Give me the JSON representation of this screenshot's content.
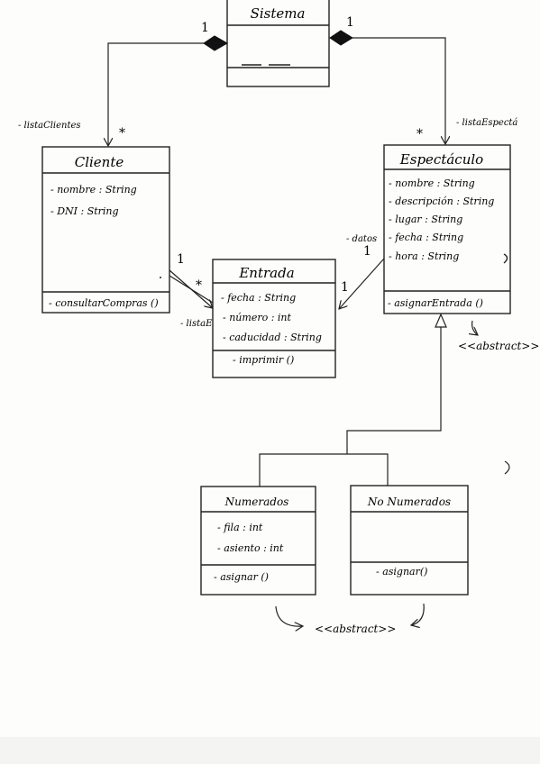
{
  "classes": {
    "sistema": {
      "name": "Sistema",
      "attributes": [],
      "methods": []
    },
    "cliente": {
      "name": "Cliente",
      "attributes": [
        "- nombre : String",
        "- DNI : String"
      ],
      "methods": [
        "- consultarCompras ()"
      ]
    },
    "espectaculo": {
      "name": "Espectáculo",
      "attributes": [
        "- nombre : String",
        "- descripción : String",
        "- lugar : String",
        "- fecha : String",
        "- hora : String"
      ],
      "methods": [
        "- asignarEntrada ()"
      ]
    },
    "entrada": {
      "name": "Entrada",
      "attributes": [
        "- fecha : String",
        "- número : int",
        "- caducidad : String"
      ],
      "methods": [
        "- imprimir ()"
      ]
    },
    "numerados": {
      "name": "Numerados",
      "attributes": [
        "- fila : int",
        "- asiento : int"
      ],
      "methods": [
        "- asignar ()"
      ]
    },
    "no_numerados": {
      "name": "No Numerados",
      "attributes": [],
      "methods": [
        "- asignar()"
      ]
    }
  },
  "associations": {
    "sistema_cliente": {
      "role": "- listaClientes",
      "mult_source": "1",
      "mult_target": "*"
    },
    "sistema_espectaculo": {
      "role": "- listaEspectá",
      "mult_source": "1",
      "mult_target": "*"
    },
    "cliente_entrada": {
      "role": "- listaE",
      "mult_source": "1",
      "mult_target": "*"
    },
    "espectaculo_entrada": {
      "role": "- datos",
      "mult_source": "1",
      "mult_target": "1"
    }
  },
  "stereotypes": {
    "espectaculo_method": "<<abstract>>",
    "subclass_methods": "<<abstract>>"
  }
}
